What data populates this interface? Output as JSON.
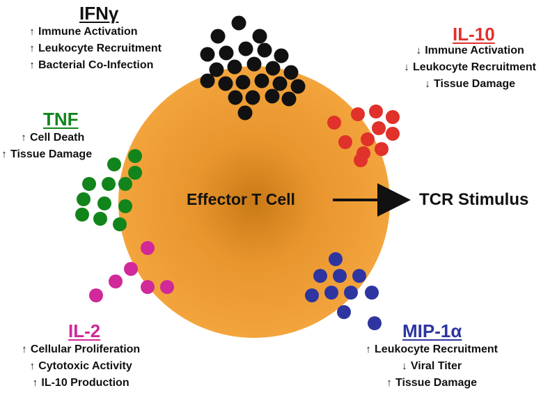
{
  "cell": {
    "label": "Effector T Cell",
    "fill": "#f3a43c",
    "core": "#c97a16"
  },
  "stimulus": {
    "label": "TCR Stimulus"
  },
  "cytokines": [
    {
      "key": "ifng",
      "name": "IFNγ",
      "color": "#111111",
      "effects": [
        {
          "direction": "up",
          "text": "Immune Activation"
        },
        {
          "direction": "up",
          "text": "Leukocyte Recruitment"
        },
        {
          "direction": "up",
          "text": "Bacterial Co-Infection"
        }
      ]
    },
    {
      "key": "il10",
      "name": "IL-10",
      "color": "#e0312a",
      "effects": [
        {
          "direction": "down",
          "text": "Immune Activation"
        },
        {
          "direction": "down",
          "text": "Leukocyte Recruitment"
        },
        {
          "direction": "down",
          "text": "Tissue Damage"
        }
      ]
    },
    {
      "key": "tnf",
      "name": "TNF",
      "color": "#12841c",
      "effects": [
        {
          "direction": "up",
          "text": "Cell Death"
        },
        {
          "direction": "up",
          "text": "Tissue Damage"
        }
      ]
    },
    {
      "key": "il2",
      "name": "IL-2",
      "color": "#d1289a",
      "effects": [
        {
          "direction": "up",
          "text": "Cellular Proliferation"
        },
        {
          "direction": "up",
          "text": "Cytotoxic Activity"
        },
        {
          "direction": "up",
          "text": "IL-10 Production"
        }
      ]
    },
    {
      "key": "mip1a",
      "name": "MIP-1α",
      "color": "#2e35a0",
      "effects": [
        {
          "direction": "up",
          "text": "Leukocyte Recruitment"
        },
        {
          "direction": "down",
          "text": "Viral Titer"
        },
        {
          "direction": "up",
          "text": "Tissue Damage"
        }
      ]
    }
  ],
  "arrow_symbols": {
    "up": "↑",
    "down": "↓"
  }
}
